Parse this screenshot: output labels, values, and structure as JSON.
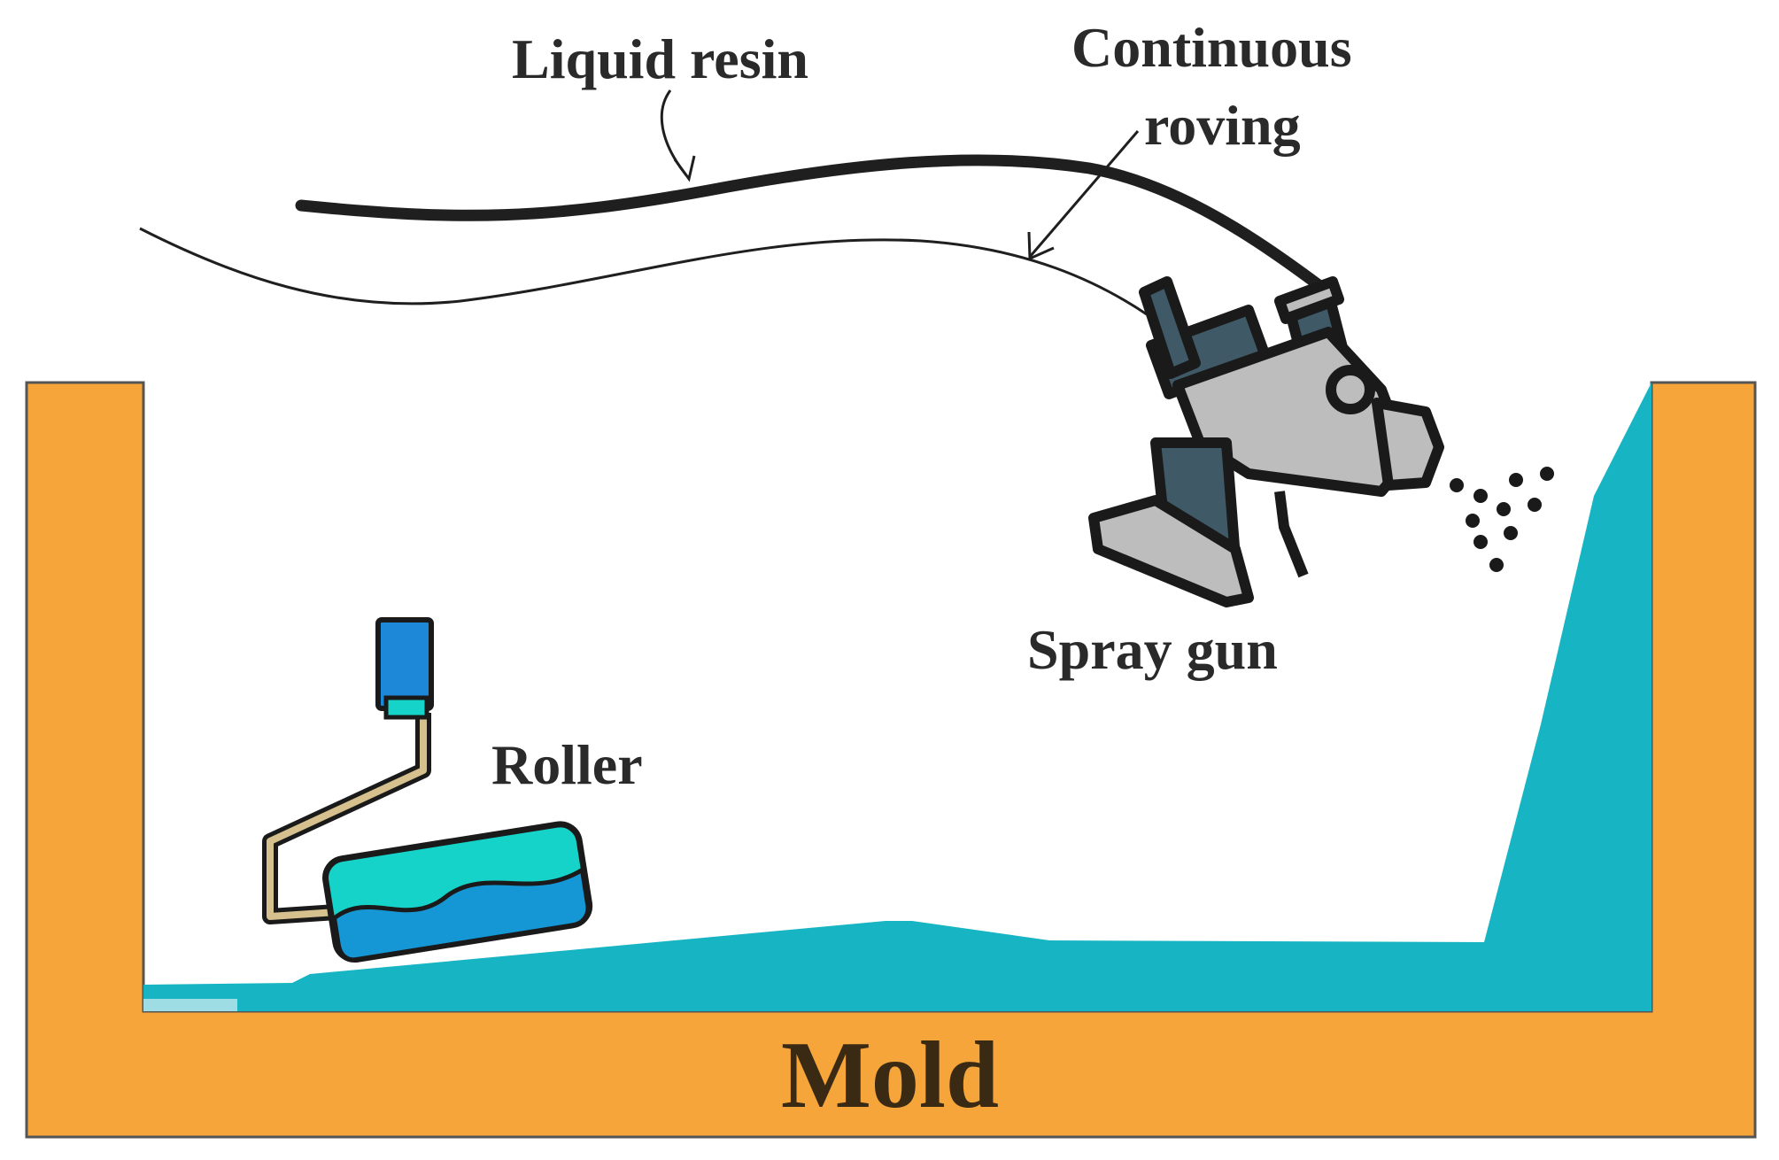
{
  "labels": {
    "liquid_resin": "Liquid resin",
    "continuous_roving_line1": "Continuous",
    "continuous_roving_line2": "roving",
    "spray_gun": "Spray gun",
    "roller": "Roller",
    "mold": "Mold"
  },
  "colors": {
    "mold": "#F5A53A",
    "resin_layer": "#17B5C4",
    "roller_body": "#16D3C9",
    "roller_wave": "#1597D6",
    "roller_handle": "#1E88D8",
    "roller_frame": "#D6C08E",
    "gun_body": "#BDBDBD",
    "gun_dark": "#3F5A66",
    "outline": "#1a1a1a"
  }
}
